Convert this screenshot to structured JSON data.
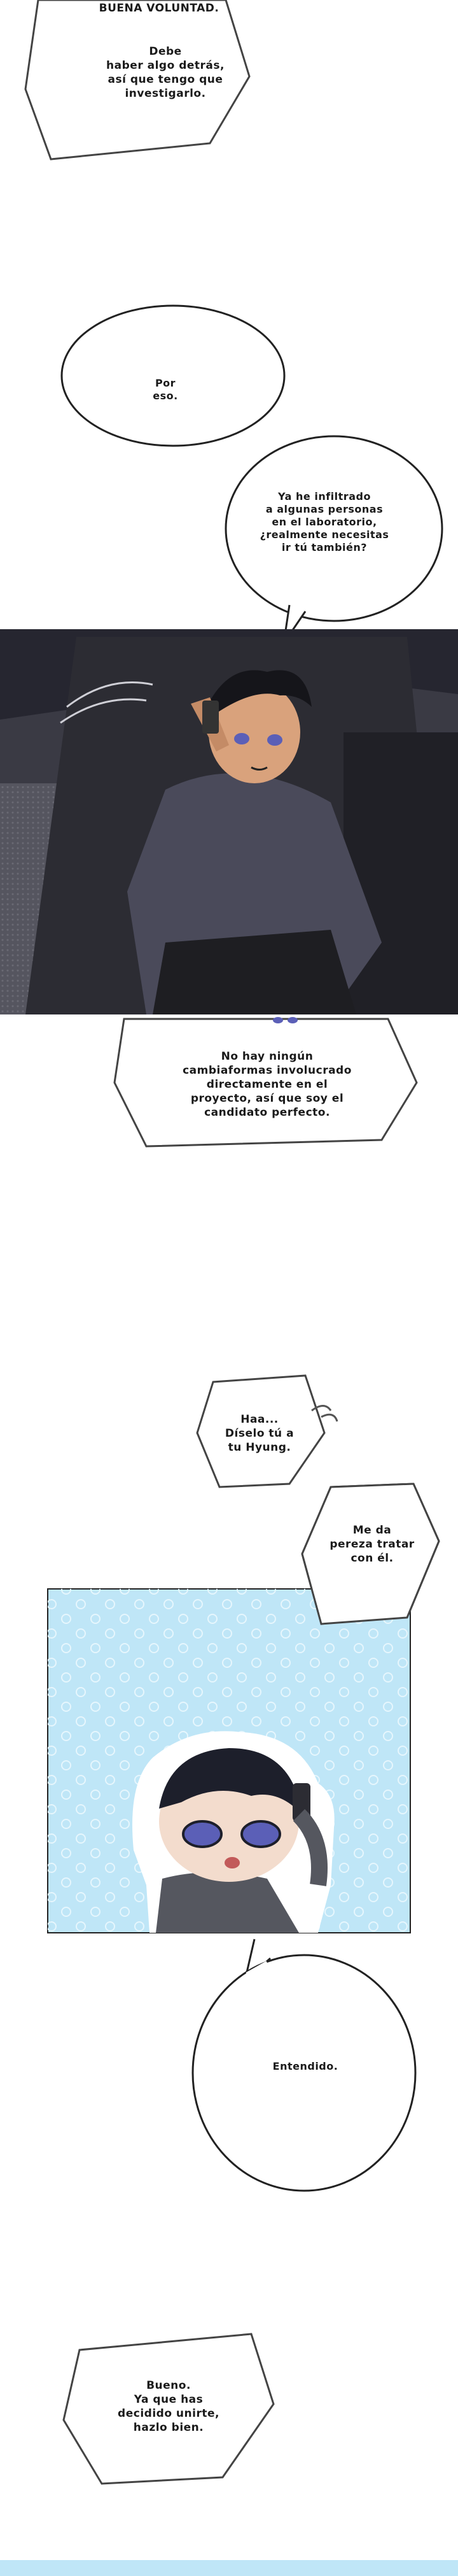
{
  "bubbles": {
    "b1_line1": "BUENA VOLUNTAD.",
    "b1_line2": "Debe\nhaber algo detrás,\nasí que tengo que\ninvestigarlo.",
    "b2_line1": "Por\neso.",
    "b2_line2": "Ya he infiltrado\na algunas personas\nen el laboratorio,\n¿realmente necesitas\nir tú también?",
    "b3": "No hay ningún\ncambiaformas involucrado\ndirectamente en el\nproyecto, así que soy el\ncandidato perfecto.",
    "b4_line1": "Haa...\nDíselo tú a\ntu Hyung.",
    "b4_line2": "Me da\npereza tratar\ncon él.",
    "b5": "Entendido.",
    "b6": "Bueno.\nYa que has\ndecidido unirte,\nhazlo bien."
  }
}
